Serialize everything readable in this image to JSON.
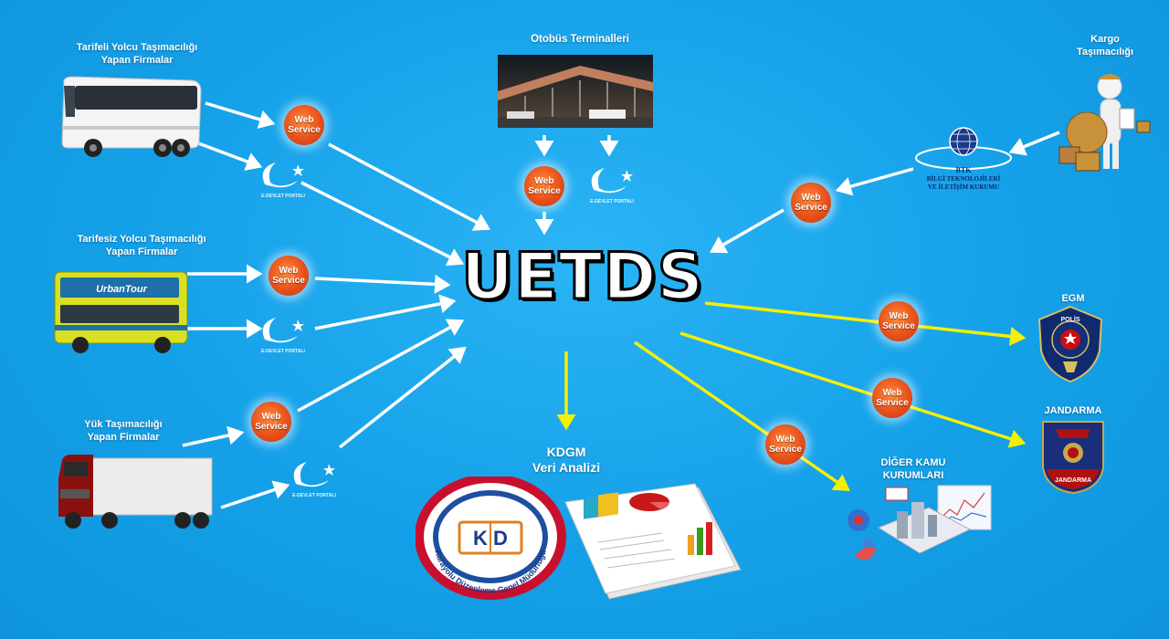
{
  "center": {
    "title": "UETDS"
  },
  "sources": {
    "tarifeli": "Tarifeli Yolcu Taşımacılığı\nYapan Firmalar",
    "tarifesiz": "Tarifesiz Yolcu Taşımacılığı\nYapan Firmalar",
    "yuk": "Yük Taşımacılığı\nYapan Firmalar",
    "otobus": "Otobüs Terminalleri",
    "kargo": "Kargo\nTaşımacılığı"
  },
  "targets": {
    "egm": "EGM",
    "jandarma": "JANDARMA",
    "diger": "DİĞER KAMU\nKURUMLARI",
    "kdgm": "KDGM\nVeri Analizi"
  },
  "badges": {
    "web_service": "Web\nService",
    "portal_caption": "E-DEVLET PORTALI"
  },
  "logos": {
    "btk_short": "BTK",
    "btk_full": "BİLGİ TEKNOLOJİLERİ\nVE İLETİŞİM KURUMU",
    "kd_letters": "K D",
    "kd_ring": "Karayolu Düzenleme Genel Müdürlüğü",
    "polis": "POLİS",
    "jandarma_band": "JANDARMA",
    "bus_brand": "UrbanTour"
  },
  "colors": {
    "background": "#1aa3ea",
    "arrow_white": "#ffffff",
    "arrow_yellow": "#f5f000",
    "web_service": "#e8501a"
  }
}
